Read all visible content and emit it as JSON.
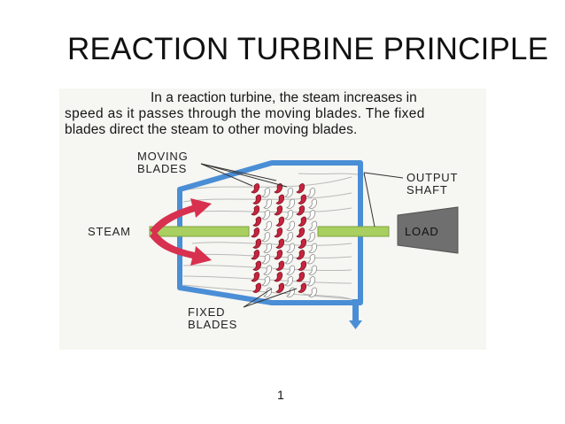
{
  "slide": {
    "title": "REACTION TURBINE PRINCIPLE",
    "page_number": "1"
  },
  "caption": {
    "lines": [
      "In a reaction turbine, the steam increases in",
      "speed as it passes through the moving blades. The fixed",
      "blades direct the steam to other moving blades."
    ]
  },
  "labels": {
    "moving_blades": [
      "MOVING",
      "BLADES"
    ],
    "output_shaft": [
      "OUTPUT",
      "SHAFT"
    ],
    "steam": "STEAM",
    "load": "LOAD",
    "fixed_blades": [
      "FIXED",
      "BLADES"
    ]
  },
  "colors": {
    "casing": "#4a8ed6",
    "shaft": "#a8cf5f",
    "steam_arrow": "#d8304f",
    "load": "#6f6f6f",
    "fixed_blade": "#8a8a8a",
    "moving_blade": "#c8243e"
  }
}
